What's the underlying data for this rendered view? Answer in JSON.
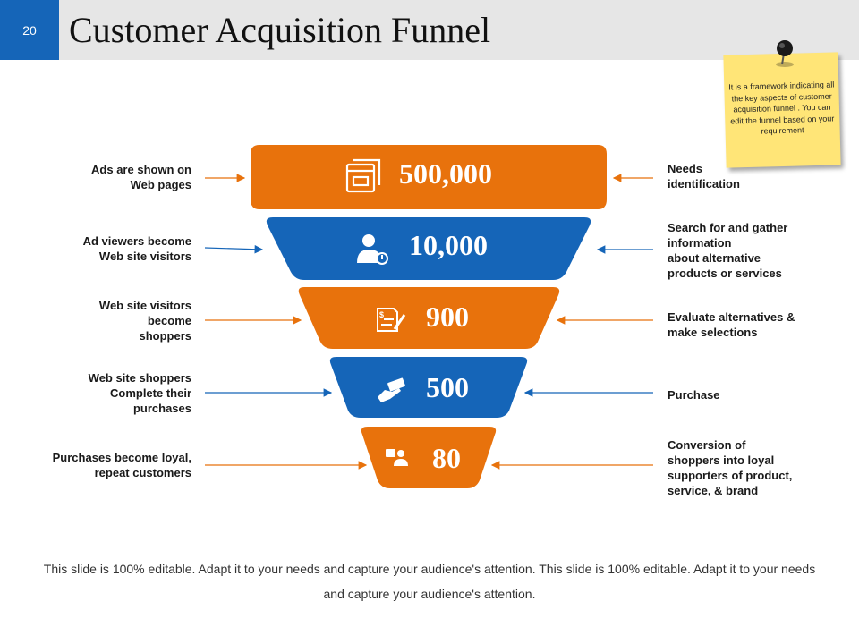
{
  "slide_number": "20",
  "title": "Customer Acquisition Funnel",
  "sticky_note": "It is a framework indicating all the key aspects of customer acquisition funnel . You can edit the funnel based on your requirement",
  "colors": {
    "orange": "#e8720c",
    "blue": "#1565b8",
    "header": "#e6e6e6",
    "note": "#ffe577"
  },
  "stages": [
    {
      "value": "500,000",
      "icon": "browser-window-icon",
      "color": "orange",
      "left_label": "Ads are shown on\nWeb pages",
      "right_label": "Needs\nidentification"
    },
    {
      "value": "10,000",
      "icon": "user-alert-icon",
      "color": "blue",
      "left_label": "Ad viewers become\nWeb site visitors",
      "right_label": "Search for and gather\ninformation\nabout alternative\nproducts or services"
    },
    {
      "value": "900",
      "icon": "invoice-pen-icon",
      "color": "orange",
      "left_label": "Web site visitors\nbecome\nshoppers",
      "right_label": "Evaluate alternatives &\nmake selections"
    },
    {
      "value": "500",
      "icon": "money-hand-icon",
      "color": "blue",
      "left_label": "Web site shoppers\nComplete their\npurchases",
      "right_label": "Purchase"
    },
    {
      "value": "80",
      "icon": "customer-screen-icon",
      "color": "orange",
      "left_label": "Purchases become loyal,\nrepeat customers",
      "right_label": "Conversion of\nshoppers into loyal\nsupporters of product,\nservice, & brand"
    }
  ],
  "footer": "This slide is 100% editable. Adapt it to your needs and capture your audience's attention. This slide is 100% editable. Adapt it to your needs and capture your audience's attention."
}
